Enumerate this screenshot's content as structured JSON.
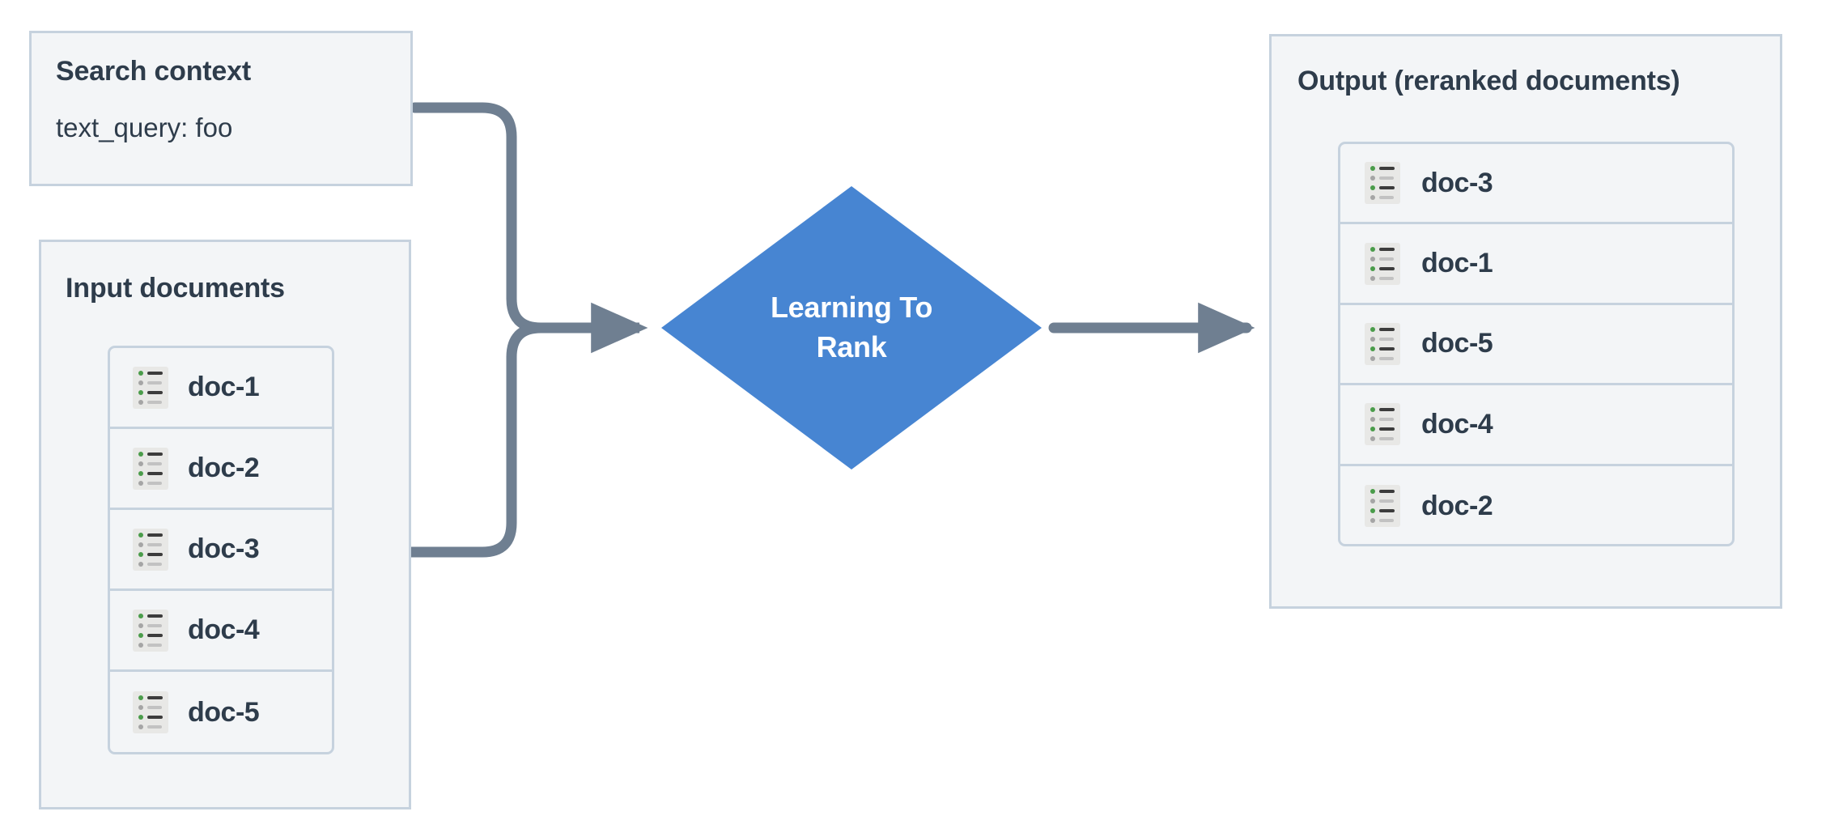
{
  "diagram": {
    "title_absent": true,
    "colors": {
      "panel_bg": "#f3f5f7",
      "panel_border": "#c6d2de",
      "text": "#2e3c4b",
      "node_blue": "#4785d2",
      "node_text": "#ffffff",
      "connector": "#6f7f91",
      "icon_bg": "#e8e8e6",
      "icon_bullet_active": "#4a9c4a",
      "icon_bullet_muted": "#a5a5a5"
    }
  },
  "search_context": {
    "title": "Search context",
    "query_line": "text_query: foo"
  },
  "input_documents": {
    "title": "Input documents",
    "icon_name": "document-list-icon",
    "documents": [
      {
        "label": "doc-1"
      },
      {
        "label": "doc-2"
      },
      {
        "label": "doc-3"
      },
      {
        "label": "doc-4"
      },
      {
        "label": "doc-5"
      }
    ]
  },
  "process_node": {
    "shape": "diamond",
    "label": "Learning To\nRank"
  },
  "output": {
    "title": "Output (reranked documents)",
    "icon_name": "document-list-icon",
    "documents": [
      {
        "label": "doc-3"
      },
      {
        "label": "doc-1"
      },
      {
        "label": "doc-5"
      },
      {
        "label": "doc-4"
      },
      {
        "label": "doc-2"
      }
    ]
  },
  "connectors": [
    {
      "name": "search-context-to-ltr",
      "from": "search_context",
      "to": "process_node"
    },
    {
      "name": "input-documents-to-ltr",
      "from": "input_documents",
      "to": "process_node"
    },
    {
      "name": "ltr-to-output",
      "from": "process_node",
      "to": "output"
    }
  ]
}
